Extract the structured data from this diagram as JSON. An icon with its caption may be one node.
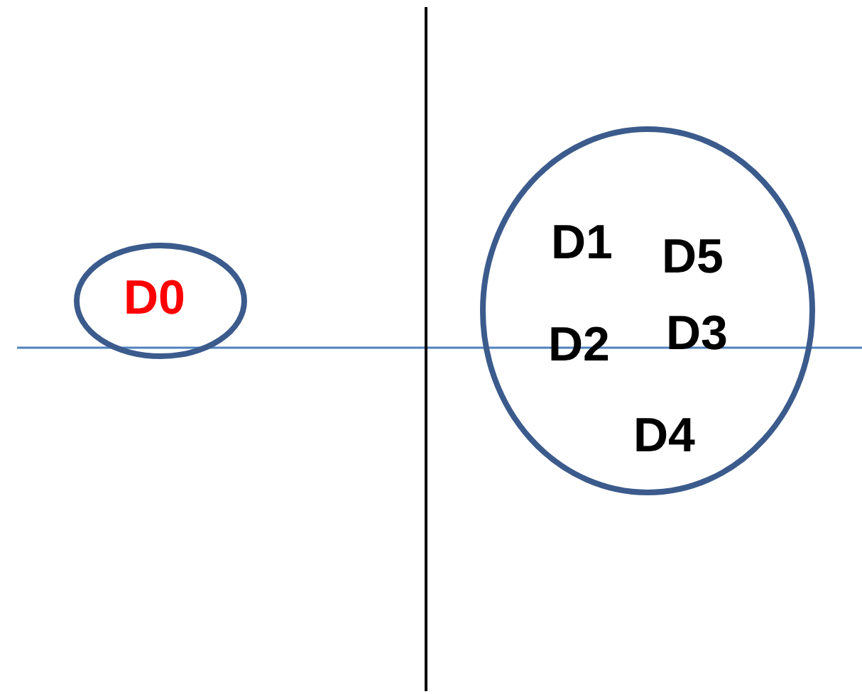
{
  "diagram": {
    "nodes": [
      {
        "text": [
          "D0"
        ]
      },
      {
        "text": [
          "D1",
          "D5",
          "D2",
          "D3",
          "D4"
        ]
      }
    ]
  }
}
